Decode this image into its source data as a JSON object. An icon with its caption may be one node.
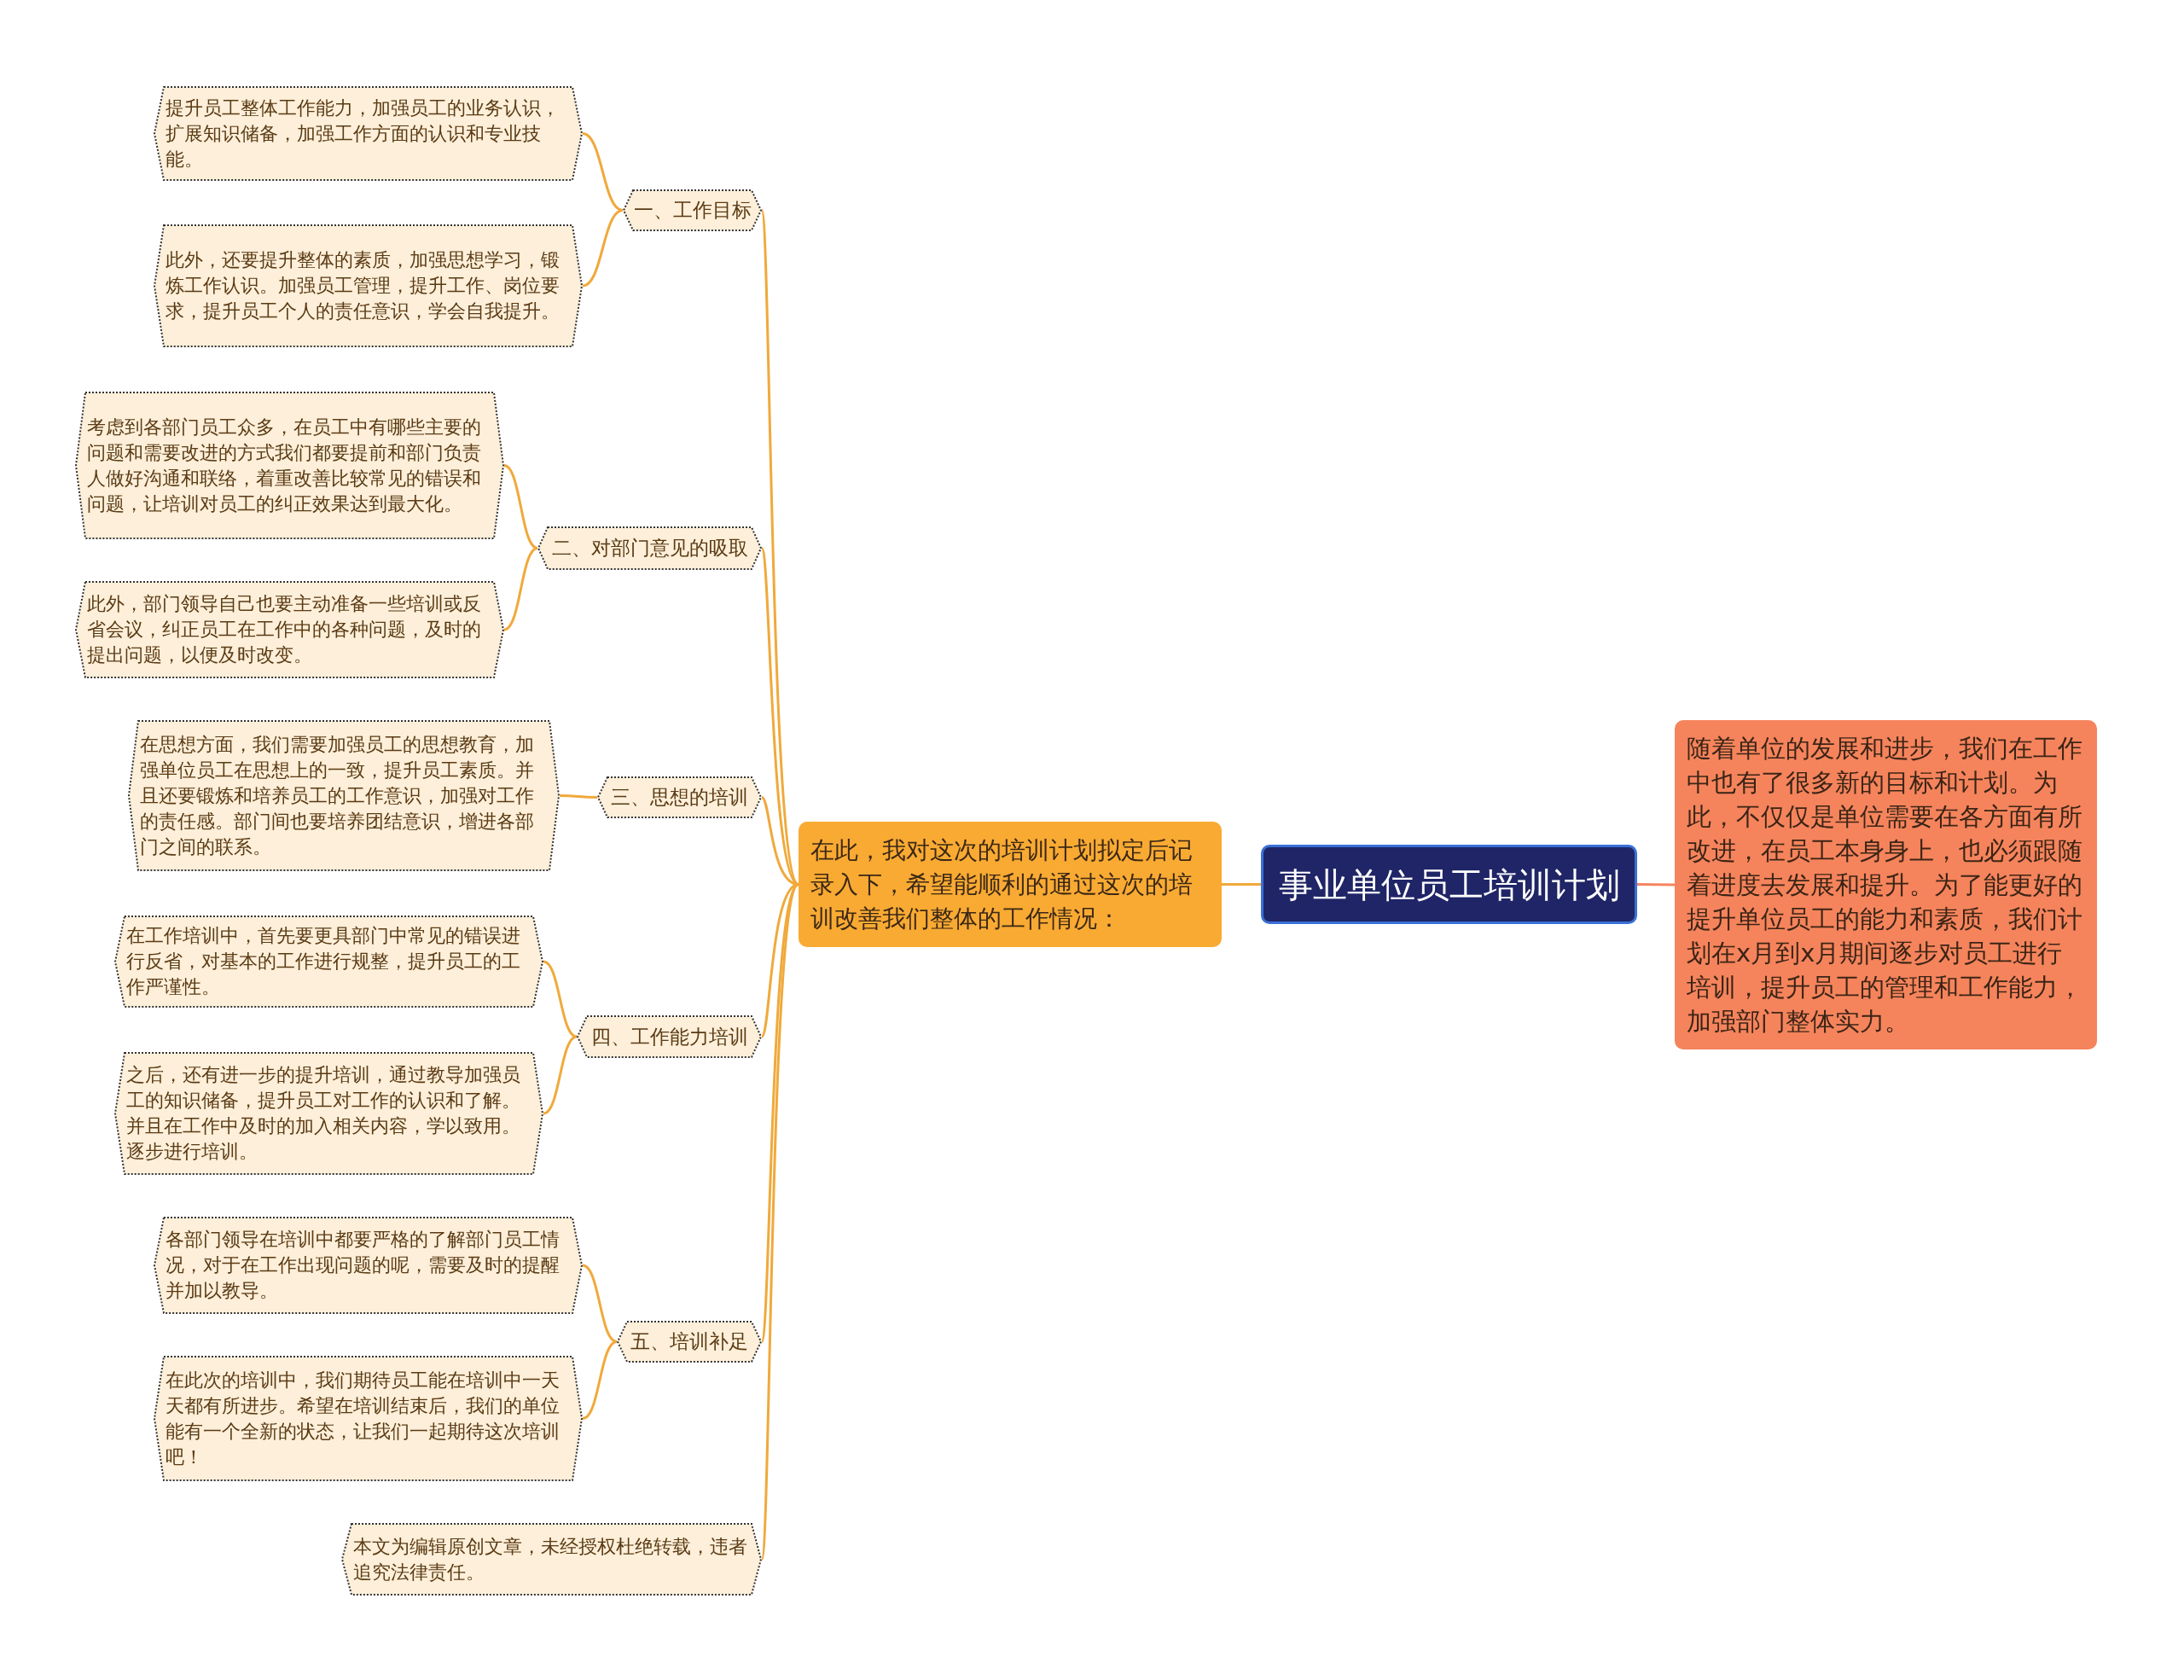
{
  "diagram": {
    "nodes": [
      {
        "text": [
          "事业单位员工培训计划"
        ]
      },
      {
        "text": [
          "随着单位的发展和进步，我们在工作中也有了很多新的目标和计划。为此，不仅仅是单位需要在各方面有所改进，在员工本身身上，也必须跟随着进度去发展和提升。为了能更好的提升单位员工的能力和素质，我们计划在x月到x月期间逐步对员工进行培训，提升员工的管理和工作能力，加强部门整体实力。"
        ]
      },
      {
        "text": [
          "在此，我对这次的培训计划拟定后记录入下，希望能顺利的通过这次的培训改善我们整体的工作情况："
        ]
      },
      {
        "text": [
          "一、工作目标"
        ]
      },
      {
        "text": [
          "提升员工整体工作能力，加强员工的业务认识，扩展知识储备，加强工作方面的认识和专业技能。"
        ]
      },
      {
        "text": [
          "此外，还要提升整体的素质，加强思想学习，锻炼工作认识。加强员工管理，提升工作、岗位要求，提升员工个人的责任意识，学会自我提升。"
        ]
      },
      {
        "text": [
          "二、对部门意见的吸取"
        ]
      },
      {
        "text": [
          "考虑到各部门员工众多，在员工中有哪些主要的问题和需要改进的方式我们都要提前和部门负责人做好沟通和联络，着重改善比较常见的错误和问题，让培训对员工的纠正效果达到最大化。"
        ]
      },
      {
        "text": [
          "此外，部门领导自己也要主动准备一些培训或反省会议，纠正员工在工作中的各种问题，及时的提出问题，以便及时改变。"
        ]
      },
      {
        "text": [
          "三、思想的培训"
        ]
      },
      {
        "text": [
          "在思想方面，我们需要加强员工的思想教育，加强单位员工在思想上的一致，提升员工素质。并且还要锻炼和培养员工的工作意识，加强对工作的责任感。部门间也要培养团结意识，增进各部门之间的联系。"
        ]
      },
      {
        "text": [
          "四、工作能力培训"
        ]
      },
      {
        "text": [
          "在工作培训中，首先要更具部门中常见的错误进行反省，对基本的工作进行规整，提升员工的工作严谨性。"
        ]
      },
      {
        "text": [
          "之后，还有进一步的提升培训，通过教导加强员工的知识储备，提升员工对工作的认识和了解。并且在工作中及时的加入相关内容，学以致用。逐步进行培训。"
        ]
      },
      {
        "text": [
          "五、培训补足"
        ]
      },
      {
        "text": [
          "各部门领导在培训中都要严格的了解部门员工情况，对于在工作出现问题的呢，需要及时的提醒并加以教导。"
        ]
      },
      {
        "text": [
          "在此次的培训中，我们期待员工能在培训中一天天都有所进步。希望在培训结束后，我们的单位能有一个全新的状态，让我们一起期待这次培训吧！"
        ]
      },
      {
        "text": [
          "本文为编辑原创文章，未经授权杜绝转载，违者追究法律责任。"
        ]
      }
    ],
    "edges": [
      {
        "from": 0,
        "to": 1,
        "arrow": "none",
        "color": "#f4845f"
      },
      {
        "from": 0,
        "to": 2,
        "arrow": "none"
      },
      {
        "from": 2,
        "to": 3,
        "arrow": "none"
      },
      {
        "from": 3,
        "to": 4,
        "arrow": "none"
      },
      {
        "from": 3,
        "to": 5,
        "arrow": "none"
      },
      {
        "from": 2,
        "to": 6,
        "arrow": "none"
      },
      {
        "from": 6,
        "to": 7,
        "arrow": "none"
      },
      {
        "from": 6,
        "to": 8,
        "arrow": "none"
      },
      {
        "from": 2,
        "to": 9,
        "arrow": "none"
      },
      {
        "from": 9,
        "to": 10,
        "arrow": "none"
      },
      {
        "from": 2,
        "to": 11,
        "arrow": "none"
      },
      {
        "from": 11,
        "to": 12,
        "arrow": "none"
      },
      {
        "from": 11,
        "to": 13,
        "arrow": "none"
      },
      {
        "from": 2,
        "to": 14,
        "arrow": "none"
      },
      {
        "from": 14,
        "to": 15,
        "arrow": "none"
      },
      {
        "from": 14,
        "to": 16,
        "arrow": "none"
      },
      {
        "from": 2,
        "to": 17,
        "arrow": "none"
      }
    ]
  }
}
